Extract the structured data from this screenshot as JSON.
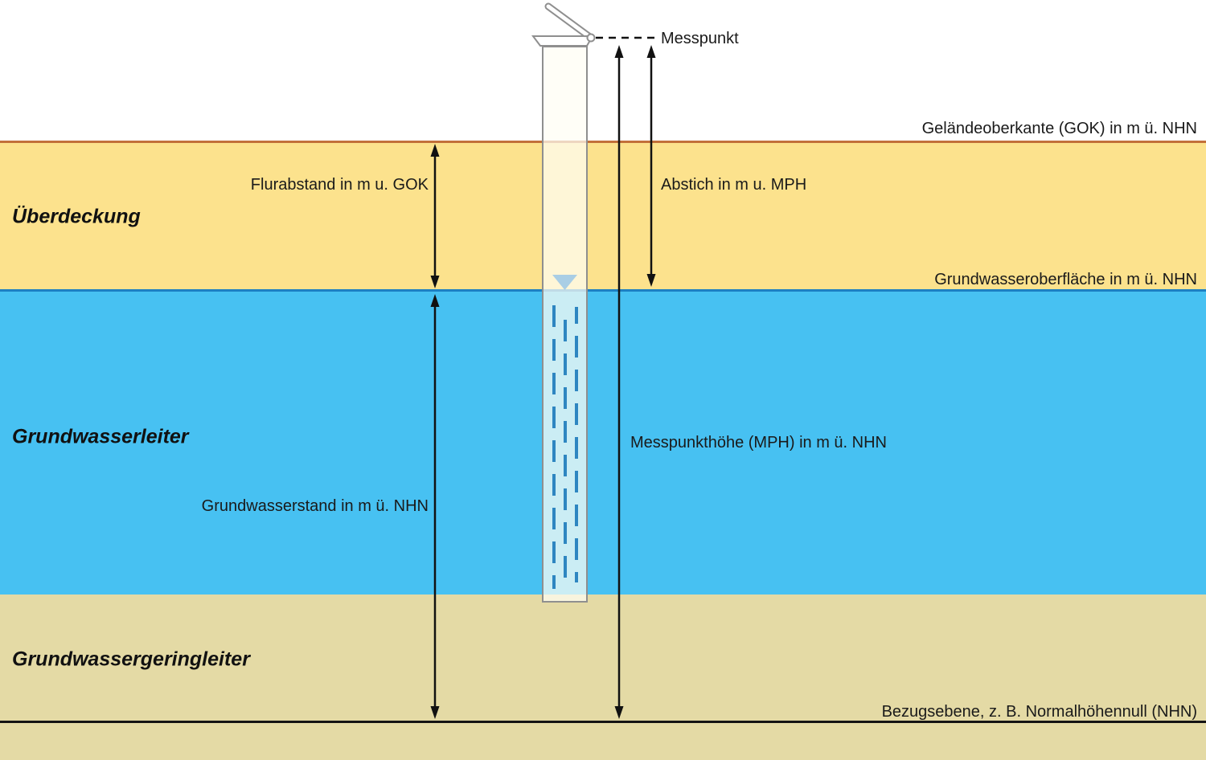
{
  "well": {
    "measuring_point_label": "Messpunkt"
  },
  "layers": [
    {
      "label": "Überdeckung",
      "color": "#fce28d"
    },
    {
      "label": "Grundwasserleiter",
      "color": "#47c1f2"
    },
    {
      "label": "Grundwassergeringleiter",
      "color": "#e4daa5"
    }
  ],
  "boundary_lines": [
    {
      "label": "Geländeoberkante (GOK) in m ü. NHN",
      "color": "#c2703a"
    },
    {
      "label": "Grundwasseroberfläche in m ü. NHN",
      "color": "#1d80c3"
    },
    {
      "label": "Bezugsebene, z. B. Normalhöhennull (NHN)",
      "color": "#141414"
    }
  ],
  "measurements": [
    {
      "label": "Flurabstand in m u. GOK"
    },
    {
      "label": "Abstich in m u. MPH"
    },
    {
      "label": "Messpunkthöhe (MPH) in m ü. NHN"
    },
    {
      "label": "Grundwasserstand in m ü. NHN"
    }
  ],
  "palette": {
    "arrow_color": "#111111",
    "well_outline": "#8f8f8f",
    "well_screen_dashes": "#2e86c1",
    "water_level_triangle": "#a9cee5",
    "background": "#ffffff"
  }
}
